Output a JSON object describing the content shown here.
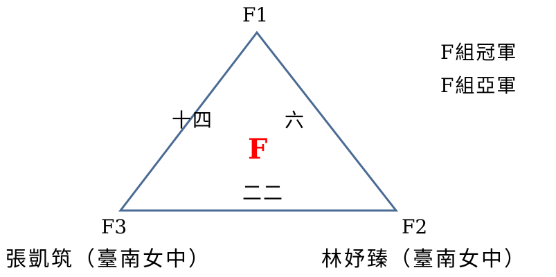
{
  "colors": {
    "triangle_stroke": "#4a6b93",
    "group_label": "#ff0000",
    "text": "#000000"
  },
  "vertices": {
    "top": "F1",
    "bottom_right": "F2",
    "bottom_left": "F3"
  },
  "group_label": "F",
  "matches": {
    "left_edge": "十四",
    "right_edge": "六",
    "bottom_edge": "二二"
  },
  "legend": {
    "champion": "F組冠軍",
    "runner_up": "F組亞軍"
  },
  "players": {
    "f3": "張凱筑（臺南女中）",
    "f2": "林妤臻（臺南女中）"
  }
}
